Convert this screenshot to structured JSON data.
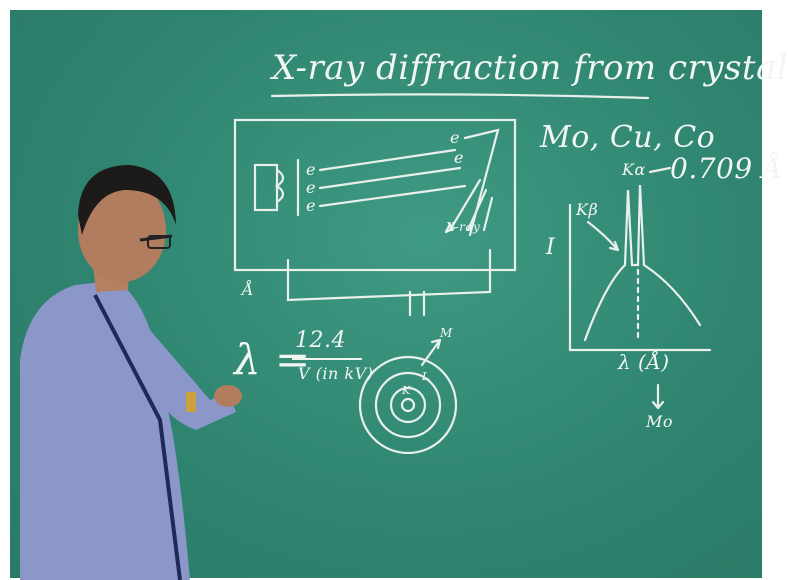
{
  "board": {
    "title": "X-ray diffraction from crystal",
    "targets": "Mo, Cu, Co",
    "ka_value": "0.709 Å",
    "k_beta": "Kβ",
    "k_alpha": "Kα",
    "intensity_axis": "I",
    "lambda_axis": "λ (Å)",
    "target_arrow_label": "Mo",
    "equation_lhs": "λ =",
    "angstrom_mark": "Å",
    "equation_num": "12.4",
    "equation_den": "V (in kV)",
    "electron_labels": [
      "e",
      "e",
      "e"
    ],
    "tube_labels": [
      "e",
      "e"
    ],
    "xray_label": "X-ray",
    "shell_labels": [
      "K",
      "L",
      "M"
    ]
  }
}
